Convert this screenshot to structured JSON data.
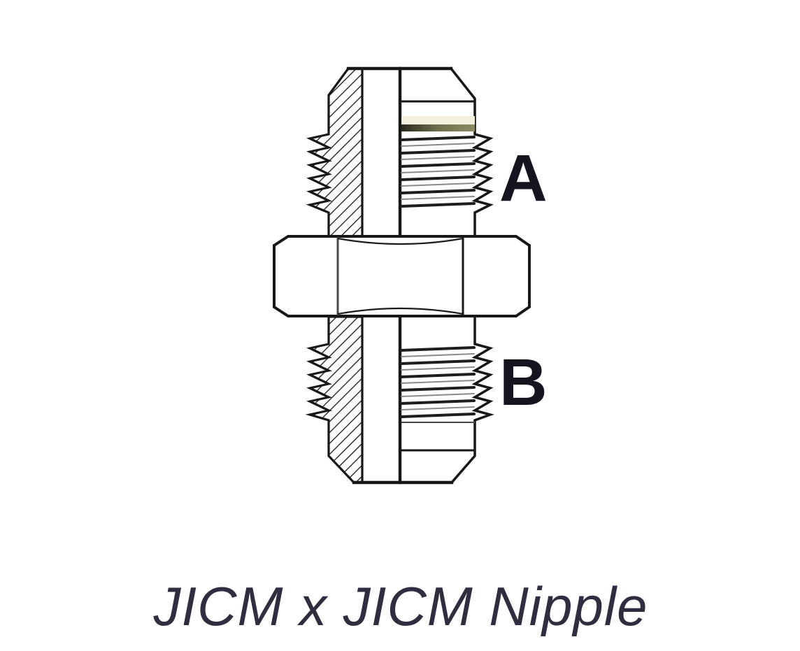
{
  "figure": {
    "caption": "JICM x JICM Nipple",
    "ports": {
      "a": "A",
      "b": "B"
    },
    "colors": {
      "background": "#ffffff",
      "line_art": "#171717",
      "port_label_text": "#15151f",
      "caption_text": "#2e2e40",
      "thread_top_cream": "#f3f1db",
      "thread_shadow_dark": "#2a2a1c",
      "thread_shadow_olive": "#8c8c63",
      "thread_minor_line": "#8a8a8a"
    }
  }
}
